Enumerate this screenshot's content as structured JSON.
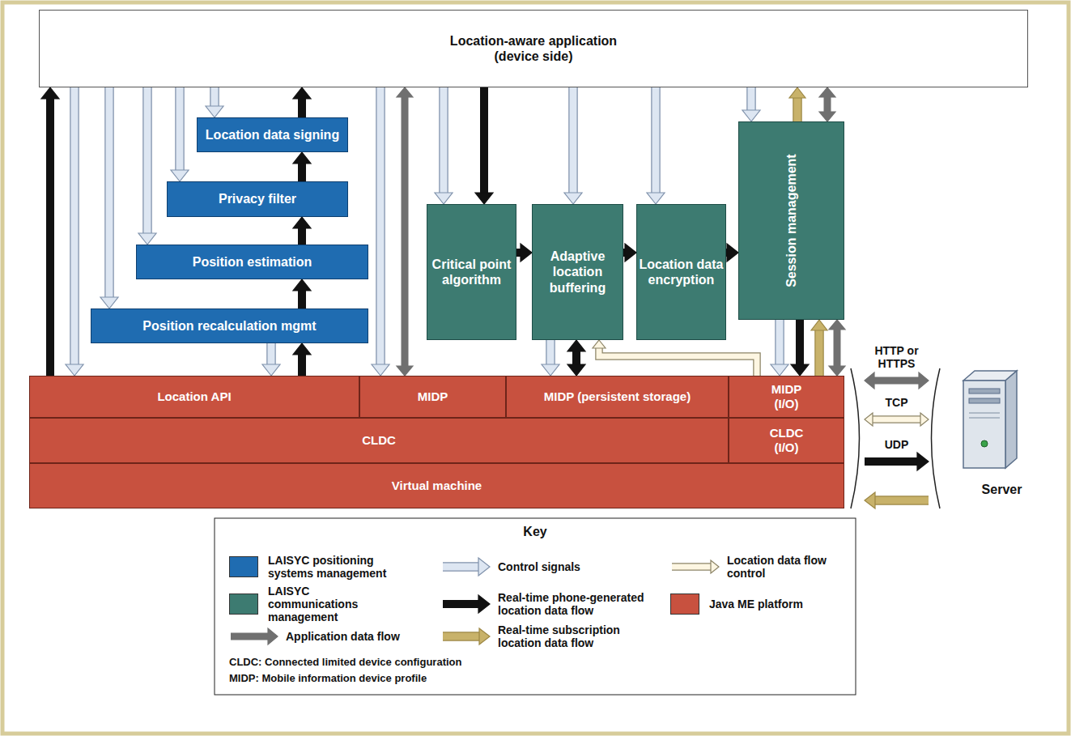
{
  "diagram": {
    "nodes": [
      {
        "text": [
          "Location-aware application (device side)"
        ]
      },
      {
        "text": [
          "Location data signing"
        ]
      },
      {
        "text": [
          "Privacy filter"
        ]
      },
      {
        "text": [
          "Position estimation"
        ]
      },
      {
        "text": [
          "Position recalculation mgmt"
        ]
      },
      {
        "text": [
          "Critical point algorithm"
        ]
      },
      {
        "text": [
          "Adaptive location buffering"
        ]
      },
      {
        "text": [
          "Location data encryption"
        ]
      },
      {
        "text": [
          "Session management"
        ]
      },
      {
        "text": [
          "Location API"
        ]
      },
      {
        "text": [
          "MIDP"
        ]
      },
      {
        "text": [
          "MIDP (persistent storage)"
        ]
      },
      {
        "text": [
          "MIDP (I/O)"
        ]
      },
      {
        "text": [
          "CLDC"
        ]
      },
      {
        "text": [
          "CLDC (I/O)"
        ]
      },
      {
        "text": [
          "Virtual machine"
        ]
      },
      {
        "text": [
          "Server"
        ]
      }
    ],
    "edges": [
      {
        "from": 9,
        "to": 0,
        "arrow": "to"
      },
      {
        "from": 0,
        "to": 9,
        "arrow": "to"
      },
      {
        "from": 0,
        "to": 4,
        "arrow": "to"
      },
      {
        "from": 0,
        "to": 3,
        "arrow": "to"
      },
      {
        "from": 0,
        "to": 2,
        "arrow": "to"
      },
      {
        "from": 0,
        "to": 1,
        "arrow": "to"
      },
      {
        "from": 1,
        "to": 0,
        "arrow": "to"
      },
      {
        "from": 2,
        "to": 1,
        "arrow": "to"
      },
      {
        "from": 3,
        "to": 2,
        "arrow": "to"
      },
      {
        "from": 4,
        "to": 3,
        "arrow": "to"
      },
      {
        "from": 4,
        "to": 9,
        "arrow": "to"
      },
      {
        "from": 9,
        "to": 4,
        "arrow": "to"
      },
      {
        "from": 0,
        "to": 10,
        "arrow": "to"
      },
      {
        "from": 0,
        "to": 10,
        "arrow": "both"
      },
      {
        "from": 0,
        "to": 5,
        "arrow": "to"
      },
      {
        "from": 0,
        "to": 5,
        "arrow": "to"
      },
      {
        "from": 5,
        "to": 6,
        "arrow": "to"
      },
      {
        "from": 6,
        "to": 7,
        "arrow": "to"
      },
      {
        "from": 7,
        "to": 8,
        "arrow": "to"
      },
      {
        "from": 0,
        "to": 6,
        "arrow": "to"
      },
      {
        "from": 0,
        "to": 7,
        "arrow": "to"
      },
      {
        "from": 0,
        "to": 8,
        "arrow": "to"
      },
      {
        "from": 8,
        "to": 0,
        "arrow": "to"
      },
      {
        "from": 0,
        "to": 8,
        "arrow": "both"
      },
      {
        "from": 6,
        "to": 11,
        "arrow": "to"
      },
      {
        "from": 6,
        "to": 11,
        "arrow": "both"
      },
      {
        "from": 12,
        "to": 6,
        "arrow": "to"
      },
      {
        "from": 8,
        "to": 12,
        "arrow": "to"
      },
      {
        "from": 8,
        "to": 12,
        "arrow": "to"
      },
      {
        "from": 12,
        "to": 8,
        "arrow": "to"
      },
      {
        "from": 8,
        "to": 12,
        "arrow": "both"
      },
      {
        "from": 12,
        "to": 16,
        "label": "HTTP or HTTPS",
        "arrow": "both"
      },
      {
        "from": 14,
        "to": 16,
        "label": "TCP",
        "arrow": "both"
      },
      {
        "from": 14,
        "to": 16,
        "label": "UDP",
        "arrow": "to"
      },
      {
        "from": 16,
        "to": 15,
        "arrow": "to"
      }
    ],
    "labels": [
      "Key",
      "CLDC: Connected limited device configuration",
      "MIDP: Mobile information device profile"
    ],
    "legend": [
      {
        "text": "LAISYC positioning systems management",
        "color": "#1f6cb1"
      },
      {
        "text": "Control signals"
      },
      {
        "text": "Location data flow control"
      },
      {
        "text": "LAISYC communications management",
        "color": "#3d7b71"
      },
      {
        "text": "Real-time phone-generated location data flow"
      },
      {
        "text": "Java ME platform",
        "color": "#c8513f"
      },
      {
        "text": "Application data flow"
      },
      {
        "text": "Real-time subscription location data flow"
      }
    ]
  }
}
